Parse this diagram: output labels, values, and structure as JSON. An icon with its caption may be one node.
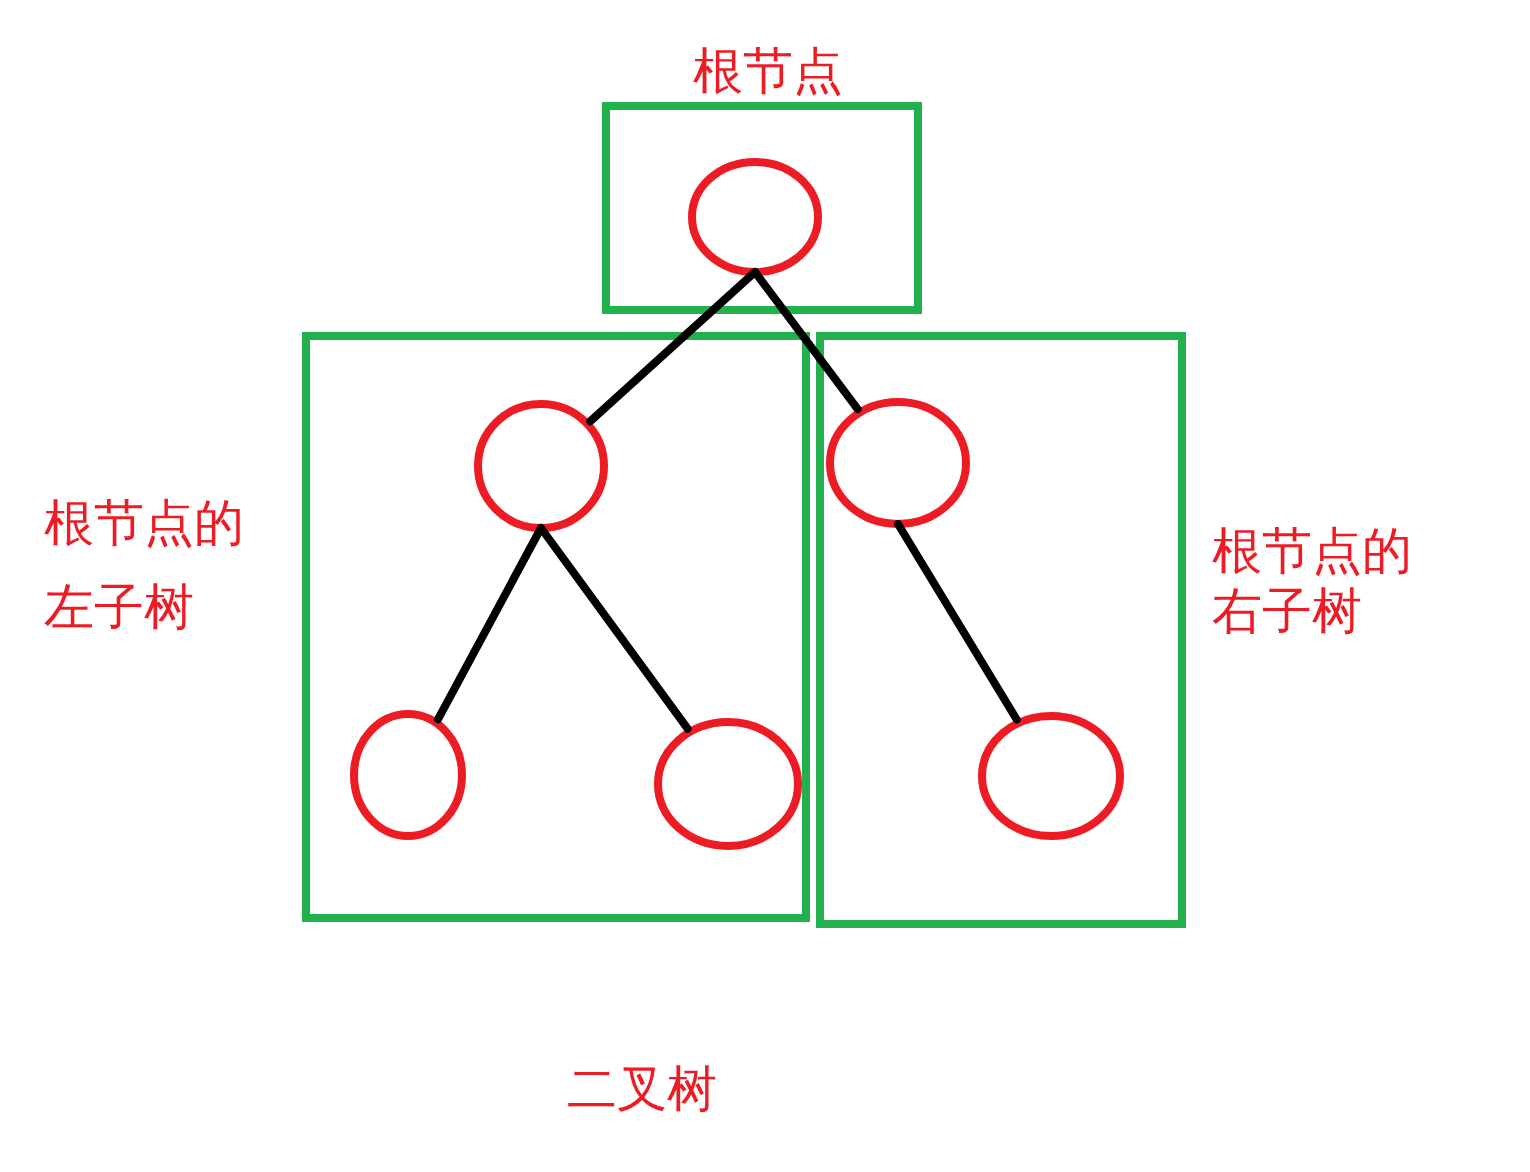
{
  "diagram": {
    "caption": "二叉树",
    "nodes": [
      {
        "text": [
          "根节点"
        ]
      },
      {
        "text": [],
        "shape": "box",
        "beside": [
          "根节点的左子树"
        ]
      },
      {
        "text": [],
        "shape": "box",
        "beside": [
          "根节点的右子树"
        ]
      },
      {
        "text": [],
        "shape": "circle",
        "in": 0
      },
      {
        "text": [],
        "shape": "circle",
        "in": 1
      },
      {
        "text": [],
        "shape": "circle",
        "in": 1
      },
      {
        "text": [],
        "shape": "circle",
        "in": 1
      },
      {
        "text": [],
        "shape": "circle",
        "in": 2
      },
      {
        "text": [],
        "shape": "circle",
        "in": 2
      }
    ],
    "edges": [
      {
        "from": 3,
        "to": 4,
        "arrow": "none"
      },
      {
        "from": 3,
        "to": 7,
        "arrow": "none"
      },
      {
        "from": 4,
        "to": 5,
        "arrow": "none"
      },
      {
        "from": 4,
        "to": 6,
        "arrow": "none"
      },
      {
        "from": 7,
        "to": 8,
        "arrow": "none"
      }
    ]
  }
}
